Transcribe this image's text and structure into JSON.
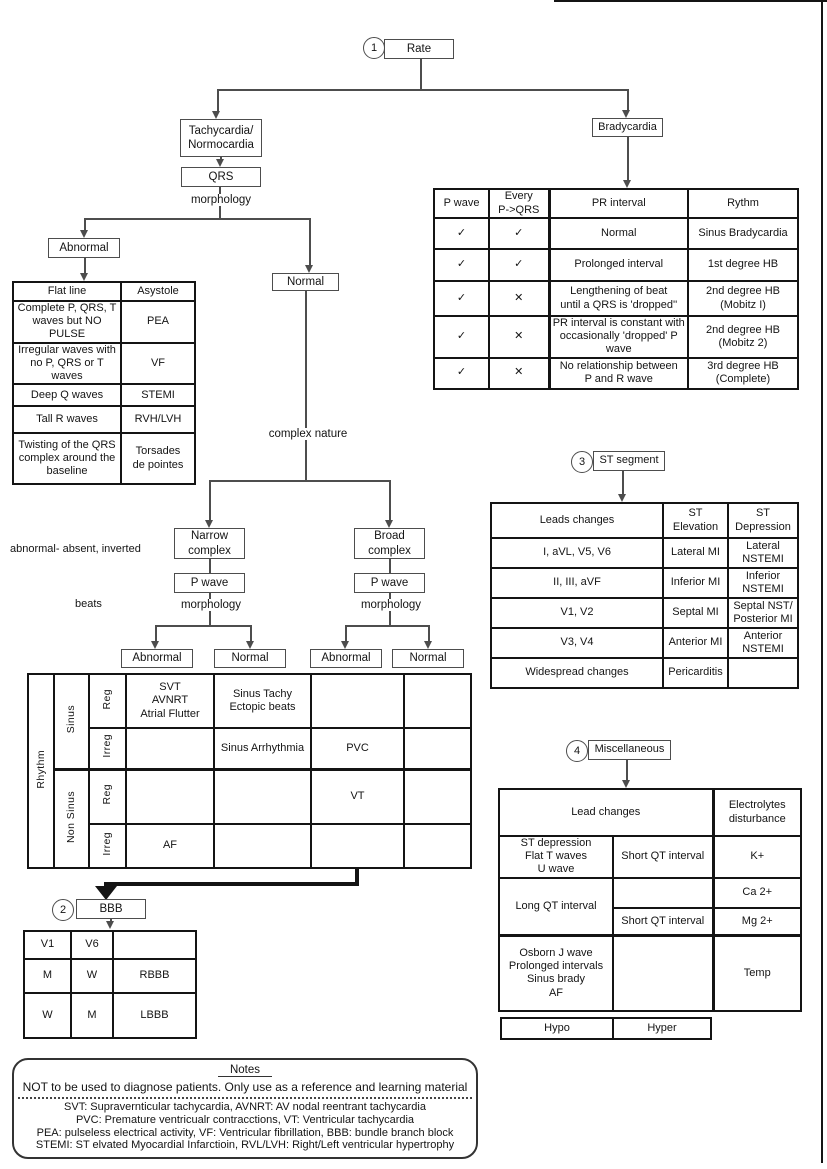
{
  "flow": {
    "step1": {
      "num": "1",
      "label": "Rate"
    },
    "tachycardia": "Tachycardia/\nNormocardia",
    "qrs": "QRS",
    "morphology": "morphology",
    "abnormal": "Abnormal",
    "normal": "Normal",
    "bradycardia": "Bradycardia",
    "complex_nature": "complex nature",
    "narrow": "Narrow\ncomplex",
    "broad": "Broad\ncomplex",
    "p_wave": "P wave",
    "p_wave_note": "abnormal- absent, inverted",
    "beats_note": "beats",
    "step2": {
      "num": "2",
      "label": "BBB"
    },
    "step3": {
      "num": "3",
      "label": "ST segment"
    },
    "step4": {
      "num": "4",
      "label": "Miscellaneous"
    }
  },
  "abnormal_table": {
    "rows": [
      [
        "Flat line",
        "Asystole"
      ],
      [
        "Complete P, QRS, T\nwaves but NO PULSE",
        "PEA"
      ],
      [
        "Irregular waves with\nno P, QRS or T waves",
        "VF"
      ],
      [
        "Deep Q waves",
        "STEMI"
      ],
      [
        "Tall R waves",
        "RVH/LVH"
      ],
      [
        "Twisting of the QRS\ncomplex around the\nbaseline",
        "Torsades\nde pointes"
      ]
    ]
  },
  "brady_table": {
    "headers": [
      "P wave",
      "Every\nP->QRS",
      "PR interval",
      "Rythm"
    ],
    "rows": [
      {
        "p_wave": "✓",
        "every": "✓",
        "pr": "Normal",
        "rhythm": "Sinus Bradycardia"
      },
      {
        "p_wave": "✓",
        "every": "✓",
        "pr": "Prolonged interval",
        "rhythm": "1st degree HB"
      },
      {
        "p_wave": "✓",
        "every": "✕",
        "pr": "Lengthening of beat\nuntil a QRS is 'dropped''",
        "rhythm": "2nd degree HB\n(Mobitz I)"
      },
      {
        "p_wave": "✓",
        "every": "✕",
        "pr": "PR interval is constant with\noccasionally 'dropped' P wave",
        "rhythm": "2nd degree HB\n(Mobitz 2)"
      },
      {
        "p_wave": "✓",
        "every": "✕",
        "pr": "No relationship between\nP and R wave",
        "rhythm": "3rd degree HB\n(Complete)"
      }
    ]
  },
  "rhythm_table": {
    "axis_label": "Rhythm",
    "col_headers": [
      "Abnormal",
      "Normal",
      "Abnormal",
      "Normal"
    ],
    "groups": [
      {
        "label": "Sinus",
        "rows": [
          {
            "reg": "Reg",
            "cells": [
              "SVT\nAVNRT\nAtrial Flutter",
              "Sinus Tachy\nEctopic beats",
              "",
              ""
            ]
          },
          {
            "reg": "Irreg",
            "cells": [
              "",
              "Sinus Arrhythmia",
              "PVC",
              ""
            ]
          }
        ]
      },
      {
        "label": "Non Sinus",
        "rows": [
          {
            "reg": "Reg",
            "cells": [
              "",
              "",
              "VT",
              ""
            ]
          },
          {
            "reg": "Irreg",
            "cells": [
              "AF",
              "",
              "",
              ""
            ]
          }
        ]
      }
    ]
  },
  "st_table": {
    "headers": [
      "Leads changes",
      "ST\nElevation",
      "ST\nDepression"
    ],
    "rows": [
      [
        "I, aVL, V5, V6",
        "Lateral MI",
        "Lateral\nNSTEMI"
      ],
      [
        "II, III, aVF",
        "Inferior MI",
        "Inferior\nNSTEMI"
      ],
      [
        "V1, V2",
        "Septal MI",
        "Septal NST/\nPosterior MI"
      ],
      [
        "V3, V4",
        "Anterior MI",
        "Anterior\nNSTEMI"
      ],
      [
        "Widespread changes",
        "Pericarditis",
        ""
      ]
    ]
  },
  "misc_table": {
    "header_lead": "Lead changes",
    "header_electro": "Electrolytes\ndisturbance",
    "row1": [
      "ST depression\nFlat T waves\nU wave",
      "Short QT interval",
      "K+"
    ],
    "long_qt": "Long QT interval",
    "row2_electro": "Ca 2+",
    "row3": [
      "Short QT interval",
      "Mg 2+"
    ],
    "row4": [
      "Osborn J wave\nProlonged intervals\nSinus brady\nAF",
      "",
      "Temp"
    ],
    "footer": [
      "Hypo",
      "Hyper"
    ]
  },
  "bbb_table": {
    "rows": [
      [
        "V1",
        "V6",
        ""
      ],
      [
        "M",
        "W",
        "RBBB"
      ],
      [
        "W",
        "M",
        "LBBB"
      ]
    ]
  },
  "notes": {
    "title": "Notes",
    "disclaimer": "NOT to be used to diagnose patients. Only use as a reference and learning material",
    "abbreviations": [
      "SVT: Supravernticular tachycardia, AVNRT: AV nodal reentrant tachycardia",
      "PVC: Premature ventricualr contracctions, VT: Ventricular tachycardia",
      "PEA: pulseless electrical activity, VF: Ventricular fibrillation, BBB: bundle branch block",
      "STEMI: ST elvated Myocardial Infarctioin, RVL/LVH: Right/Left ventricular hypertrophy"
    ]
  },
  "colors": {
    "connector": "#4d4d4d",
    "border": "#141414",
    "background": "#ffffff"
  }
}
